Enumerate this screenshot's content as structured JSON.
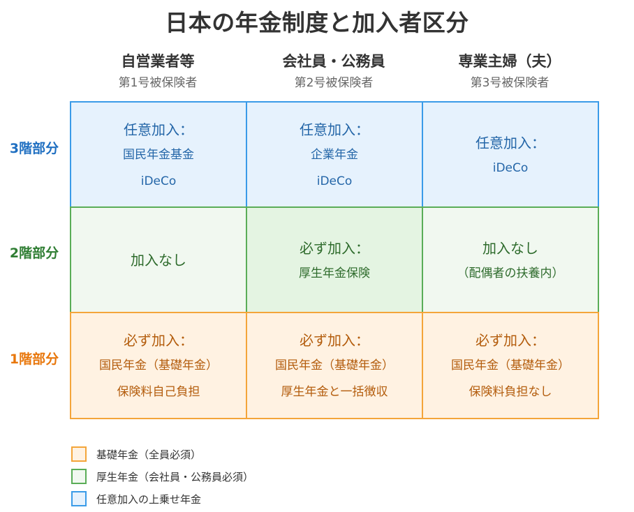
{
  "title": "日本の年金制度と加入者区分",
  "columns": [
    {
      "name": "自営業者等",
      "sub": "第1号被保険者"
    },
    {
      "name": "会社員・公務員",
      "sub": "第2号被保険者"
    },
    {
      "name": "専業主婦（夫）",
      "sub": "第3号被保険者"
    }
  ],
  "rows": [
    {
      "label": "3階部分",
      "color": "#1f6fc1"
    },
    {
      "label": "2階部分",
      "color": "#2e7d32"
    },
    {
      "label": "1階部分",
      "color": "#e8770c"
    }
  ],
  "cells": {
    "r3": [
      {
        "l1": "任意加入：",
        "l2": "国民年金基金",
        "l3": "iDeCo"
      },
      {
        "l1": "任意加入：",
        "l2": "企業年金",
        "l3": "iDeCo"
      },
      {
        "l1": "任意加入：",
        "l2": "iDeCo"
      }
    ],
    "r2": [
      {
        "l1": "加入なし"
      },
      {
        "l1": "必ず加入：",
        "l2": "厚生年金保険"
      },
      {
        "l1": "加入なし",
        "l2": "（配偶者の扶養内）"
      }
    ],
    "r1": [
      {
        "l1": "必ず加入：",
        "l2": "国民年金（基礎年金）",
        "l3": "保険料自己負担"
      },
      {
        "l1": "必ず加入：",
        "l2": "国民年金（基礎年金）",
        "l3": "厚生年金と一括徴収"
      },
      {
        "l1": "必ず加入：",
        "l2": "国民年金（基礎年金）",
        "l3": "保険料負担なし"
      }
    ]
  },
  "legend": [
    {
      "text": "基礎年金（全員必須）",
      "border": "#f4a53a",
      "fill": "#fff2e2"
    },
    {
      "text": "厚生年金（会社員・公務員必須）",
      "border": "#5aad57",
      "fill": "#f1f8f0"
    },
    {
      "text": "任意加入の上乗せ年金",
      "border": "#3a9be8",
      "fill": "#e6f2fd"
    }
  ]
}
